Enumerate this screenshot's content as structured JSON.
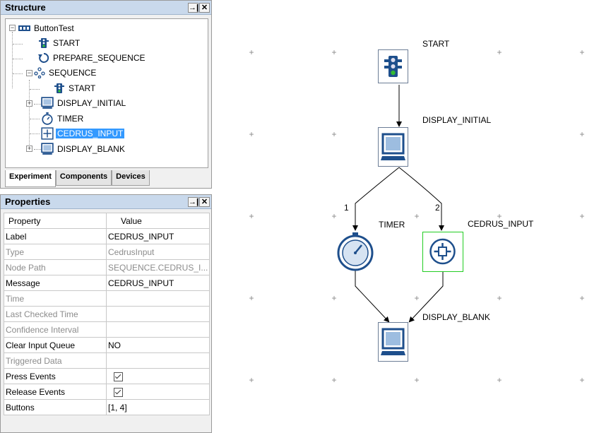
{
  "structure_panel": {
    "title": "Structure",
    "tree": [
      {
        "label": "ButtonTest",
        "icon": "experiment-icon"
      },
      {
        "label": "START",
        "icon": "traffic-light-icon"
      },
      {
        "label": "PREPARE_SEQUENCE",
        "icon": "loop-arrow-icon"
      },
      {
        "label": "SEQUENCE",
        "icon": "sequence-icon"
      },
      {
        "label": "START",
        "icon": "traffic-light-icon"
      },
      {
        "label": "DISPLAY_INITIAL",
        "icon": "display-icon"
      },
      {
        "label": "TIMER",
        "icon": "stopwatch-icon"
      },
      {
        "label": "CEDRUS_INPUT",
        "icon": "cedrus-input-icon",
        "selected": true
      },
      {
        "label": "DISPLAY_BLANK",
        "icon": "display-icon"
      }
    ],
    "tabs": [
      "Experiment",
      "Components",
      "Devices"
    ],
    "active_tab": "Experiment"
  },
  "properties_panel": {
    "title": "Properties",
    "col_property": "Property",
    "col_value": "Value",
    "rows": [
      {
        "key": "Label",
        "value": "CEDRUS_INPUT",
        "enabled": true
      },
      {
        "key": "Type",
        "value": "CedrusInput",
        "enabled": false
      },
      {
        "key": "Node Path",
        "value": "SEQUENCE.CEDRUS_I...",
        "enabled": false
      },
      {
        "key": "Message",
        "value": "CEDRUS_INPUT",
        "enabled": true
      },
      {
        "key": "Time",
        "value": "",
        "enabled": false
      },
      {
        "key": "Last Checked Time",
        "value": "",
        "enabled": false
      },
      {
        "key": "Confidence Interval",
        "value": "",
        "enabled": false
      },
      {
        "key": "Clear Input Queue",
        "value": "NO",
        "enabled": true
      },
      {
        "key": "Triggered Data",
        "value": "",
        "enabled": false
      },
      {
        "key": "Press Events",
        "value": "",
        "checked": true,
        "enabled": true
      },
      {
        "key": "Release Events",
        "value": "",
        "checked": true,
        "enabled": true
      },
      {
        "key": "Buttons",
        "value": "[1, 4]",
        "enabled": true
      }
    ]
  },
  "diagram": {
    "nodes": {
      "start": "START",
      "display_initial": "DISPLAY_INITIAL",
      "timer": "TIMER",
      "cedrus_input": "CEDRUS_INPUT",
      "display_blank": "DISPLAY_BLANK"
    },
    "branch_labels": [
      "1",
      "2"
    ]
  },
  "colors": {
    "panel_header": "#c9d9ec",
    "selection": "#3399ff",
    "selected_node_border": "#22cc22",
    "icon_blue": "#1e4f8c"
  }
}
